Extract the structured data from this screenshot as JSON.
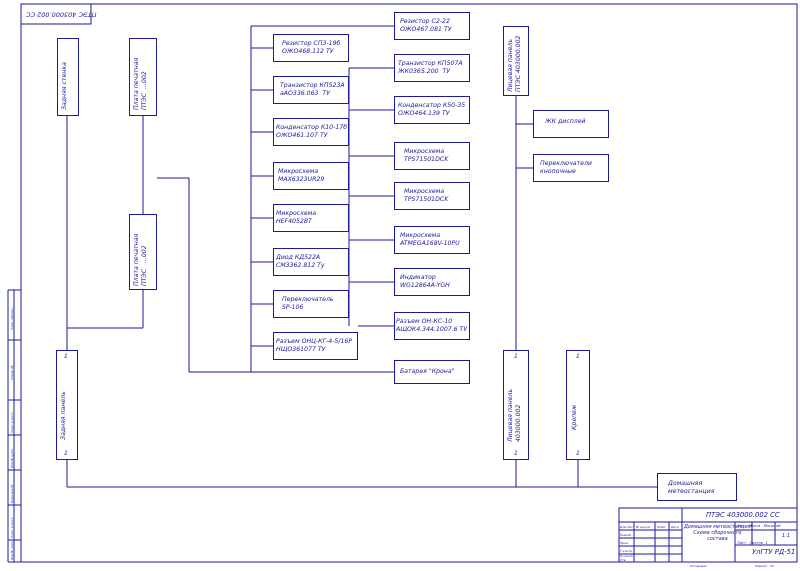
{
  "sheet": {
    "top_code": "ПТЭС 403000.002 СС"
  },
  "vertical": {
    "rear_wall": "Задняя стенка",
    "pcb_top": "Плата печатная\nПТЭС  ...002",
    "pcb_main": "Плата печатная\nПТЭС   ...002",
    "front_panel_top": "Лицевая панель\nПТЭС 403000.002",
    "rear_panel": "Задняя панель",
    "front_panel_bottom": "Лицевая панель\n403000.002",
    "fastener": "Крепеж"
  },
  "ones": {
    "value": "1"
  },
  "components_left": [
    "Резистор СП3-19б\nОЖО468.112 ТУ",
    "Транзистор КП523А\nаАО336.063  ТУ",
    "Конденсатор К10-17б\nОЖО461.107 ТУ",
    "Микросхема\nMAX6323UR29",
    "Микросхема\nHEF4052BT",
    "Диод КД522А\nСМ3362.812 Ту",
    "Переключатель\nSP-106",
    "Разъем ОНЦ-КГ-4-5/16Р\nНЩО361077 ТУ"
  ],
  "components_right": [
    "Резистор С2-22\nОЖО467.081 ТУ",
    "Транзистор КП507А\nЖК0365.200  ТУ",
    "Конденсатор К50-35\nОЖО464.139 ТУ",
    "Микросхема\nTPS71501DCK",
    "Микросхема\nTPS71501DCK",
    "Микросхема\nATMEGA168V-10PU",
    "Индикатор\nWG12864A-YGH",
    "Разъем ОН-КС-10\nАЩОК4.344.1007.6 ТУ",
    "Батарея \"Крона\""
  ],
  "front_components": [
    "ЖК дисплей",
    "Переключатели\nкнопочные"
  ],
  "station": "Домашняя\nметеостанция",
  "title_block": {
    "code": "ПТЭС 403000.002 СС",
    "name": "Домашняя метеостанция\nСхема сборочного\nсостава",
    "col_headers": "Лит.   Масса   Масштаб",
    "scale": "1:1",
    "sheet_row": "Лист   Листов  1",
    "org": "УлГТУ РД-51",
    "row_labels": [
      "Изм.Лист",
      "№ докум.",
      "Подп.",
      "Дата"
    ],
    "roles": [
      "Разраб.",
      "Пров.",
      "Т.контр.",
      "Н.контр.",
      "Утв."
    ],
    "copied": "Копировал",
    "format": "Формат   А3"
  },
  "side_stamp": {
    "labels": [
      "Инв.№ подл.",
      "Подп. и дата",
      "Взам.инв.№",
      "Инв.№ дубл.",
      "Подп. и дата",
      "Справ. №",
      "Перв. примен."
    ]
  }
}
